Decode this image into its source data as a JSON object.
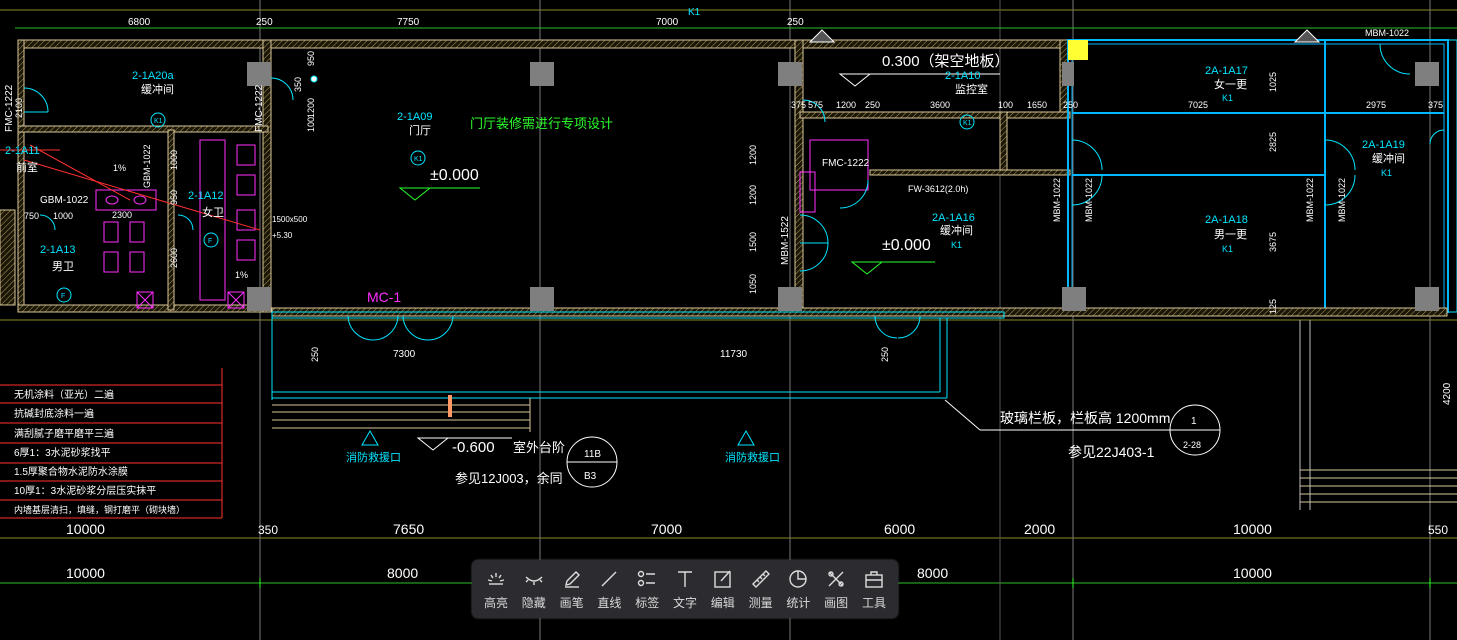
{
  "top_dims": [
    "6800",
    "250",
    "7750",
    "7000",
    "250",
    "K1"
  ],
  "rooms": {
    "r1a20a": {
      "code": "2-1A20a",
      "name": "缓冲间"
    },
    "r1a09": {
      "code": "2-1A09",
      "name": "门厅"
    },
    "r1a09_note": "门厅装修需进行专项设计",
    "r1a09_level": "±0.000",
    "r1a10": {
      "code": "2-1A10",
      "name": "监控室",
      "level": "0.300（架空地板）"
    },
    "r1a11": {
      "code": "2-1A11",
      "name": "前室"
    },
    "r1a12": {
      "code": "2-1A12",
      "name": "女卫"
    },
    "r1a13": {
      "code": "2-1A13",
      "name": "男卫"
    },
    "r1a16": {
      "code": "2A-1A16",
      "name": "缓冲间",
      "tag": "K1",
      "level": "±0.000"
    },
    "r1a17": {
      "code": "2A-1A17",
      "name": "女一更",
      "tag": "K1"
    },
    "r1a18": {
      "code": "2A-1A18",
      "name": "男一更",
      "tag": "K1"
    },
    "r1a19": {
      "code": "2A-1A19",
      "name": "缓冲间",
      "tag": "K1"
    }
  },
  "door_labels": {
    "fm_left": "FMC-1222",
    "fm_mid": "FMC-1222",
    "fmc_right": "FMC-1222",
    "fw": "FW-3612(2.0h)",
    "mbm_left": "MBM-1522",
    "gbm": "GBM-1022",
    "gbm2": "GBM-1022",
    "mbm_a": "MBM-1022",
    "mbm_b": "MBM-1022",
    "mbm_c": "MBM-1022",
    "mbm_d": "MBM-1022",
    "mbm_top": "MBM-1022",
    "mc1": "MC-1"
  },
  "room_dims": {
    "d950a": "950",
    "d350": "350",
    "d1200a": "1200",
    "d100a": "100",
    "d2100": "2100",
    "d1000": "1000",
    "d950b": "950",
    "d2600": "2600",
    "d2300": "2300",
    "d750": "750",
    "d1000b": "1000",
    "d1500x500": "1500x500",
    "d530": "+5.30",
    "d375a": "375",
    "d575": "575",
    "d1200b": "1200",
    "d250b": "250",
    "d3600": "3600",
    "d100b": "100",
    "d1650": "1650",
    "d250c": "250",
    "d7025": "7025",
    "d2975": "2975",
    "d375b": "375",
    "d1025": "1025",
    "d2825": "2825",
    "d3675": "3675",
    "d125": "125",
    "d1200c": "1200",
    "d1200d": "1200",
    "d1500b": "1500",
    "d1050": "1050",
    "d1pct": "1%",
    "d1pct2": "1%"
  },
  "bottom": {
    "d7300": "7300",
    "d11730": "11730",
    "d250x": "250",
    "d250y": "250",
    "d4200": "4200",
    "level": "-0.600",
    "step_name": "室外台阶",
    "step_ref": "参见12J003，余同",
    "step_circle_top": "11B",
    "step_circle_bot": "B3",
    "rail_note": "玻璃栏板，栏板高 1200mm",
    "rail_ref": "参见22J403-1",
    "rail_circle_top": "1",
    "rail_circle_bot": "2-28",
    "fire1": "消防救援口",
    "fire2": "消防救援口"
  },
  "legend": [
    "无机涂料（亚光）二遍",
    "抗碱封底涂料一遍",
    "满刮腻子磨平磨平三遍",
    "6厚1：3水泥砂浆找平",
    "1.5厚聚合物水泥防水涂膜",
    "10厚1：3水泥砂浆分层压实抹平",
    "内墙基层清扫，填缝，钢打磨平（砌块墙）"
  ],
  "dim_row1": [
    "10000",
    "350",
    "7650",
    "7000",
    "6000",
    "2000",
    "10000",
    "550"
  ],
  "dim_row2": [
    "10000",
    "8000",
    "8000",
    "10000"
  ],
  "toolbar": [
    {
      "label": "高亮",
      "icon": "highlight-icon"
    },
    {
      "label": "隐藏",
      "icon": "hide-icon"
    },
    {
      "label": "画笔",
      "icon": "pen-icon"
    },
    {
      "label": "直线",
      "icon": "line-icon"
    },
    {
      "label": "标签",
      "icon": "tag-icon"
    },
    {
      "label": "文字",
      "icon": "text-icon"
    },
    {
      "label": "编辑",
      "icon": "edit-icon"
    },
    {
      "label": "测量",
      "icon": "measure-icon"
    },
    {
      "label": "统计",
      "icon": "stats-icon"
    },
    {
      "label": "画图",
      "icon": "draw-icon"
    },
    {
      "label": "工具",
      "icon": "toolbox-icon"
    }
  ],
  "colors": {
    "bg": "#000000",
    "wall": "#d9c79a",
    "cyan": "#00e5ff",
    "magenta": "#ff2fff",
    "green": "#2bff2b",
    "yellow": "#ffff33",
    "white": "#ffffff",
    "grid": "#bfbf3a",
    "toolbar": "#2b2b30"
  }
}
